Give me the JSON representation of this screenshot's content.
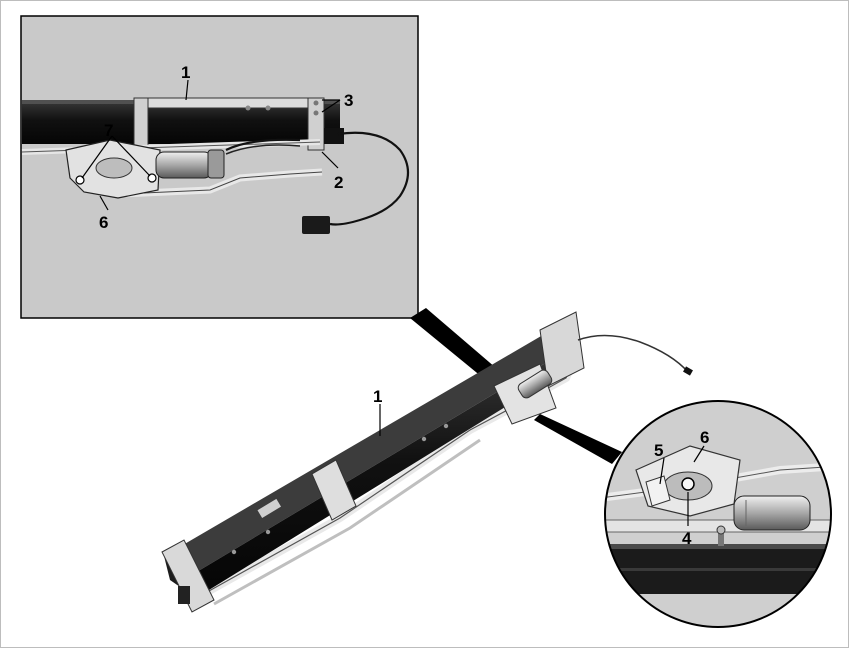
{
  "figure": {
    "callouts": {
      "inset_top": [
        "1",
        "3",
        "7",
        "2",
        "6"
      ],
      "main": [
        "1"
      ],
      "circle_detail": [
        "5",
        "6",
        "4"
      ]
    }
  },
  "colors": {
    "inset_background": "#c9c9c9",
    "circle_background": "#cfcfcf",
    "rail": "#151515",
    "metal": "#d6d6d6",
    "outline": "#000000"
  }
}
